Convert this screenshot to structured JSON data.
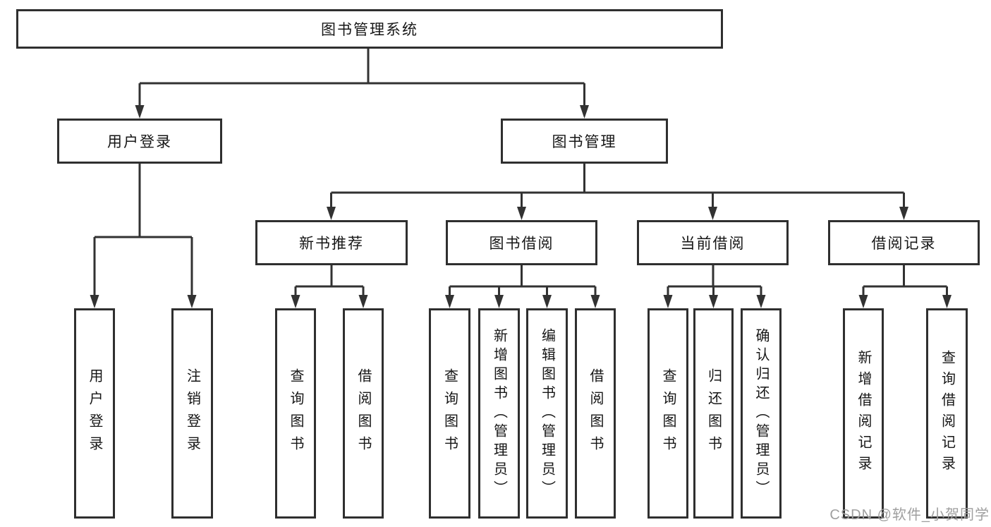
{
  "diagram": {
    "title": "图书管理系统",
    "tree": {
      "root": {
        "label": "图书管理系统",
        "children": [
          {
            "label": "用户登录",
            "children": [
              {
                "label": "用户登录"
              },
              {
                "label": "注销登录"
              }
            ]
          },
          {
            "label": "图书管理",
            "children": [
              {
                "label": "新书推荐",
                "children": [
                  {
                    "label": "查询图书"
                  },
                  {
                    "label": "借阅图书"
                  }
                ]
              },
              {
                "label": "图书借阅",
                "children": [
                  {
                    "label": "查询图书"
                  },
                  {
                    "label": "新增图书（管理员）"
                  },
                  {
                    "label": "编辑图书（管理员）"
                  },
                  {
                    "label": "借阅图书"
                  }
                ]
              },
              {
                "label": "当前借阅",
                "children": [
                  {
                    "label": "查询图书"
                  },
                  {
                    "label": "归还图书"
                  },
                  {
                    "label": "确认归还（管理员）"
                  }
                ]
              },
              {
                "label": "借阅记录",
                "children": [
                  {
                    "label": "新增借阅记录"
                  },
                  {
                    "label": "查询借阅记录"
                  }
                ]
              }
            ]
          }
        ]
      }
    },
    "colors": {
      "line": "#323232",
      "box_border": "#2f2f2f",
      "text": "#161616",
      "background": "#ffffff",
      "watermark": "#9f9f9f"
    }
  },
  "watermark": {
    "text": "CSDN @软件_小贺同学"
  }
}
